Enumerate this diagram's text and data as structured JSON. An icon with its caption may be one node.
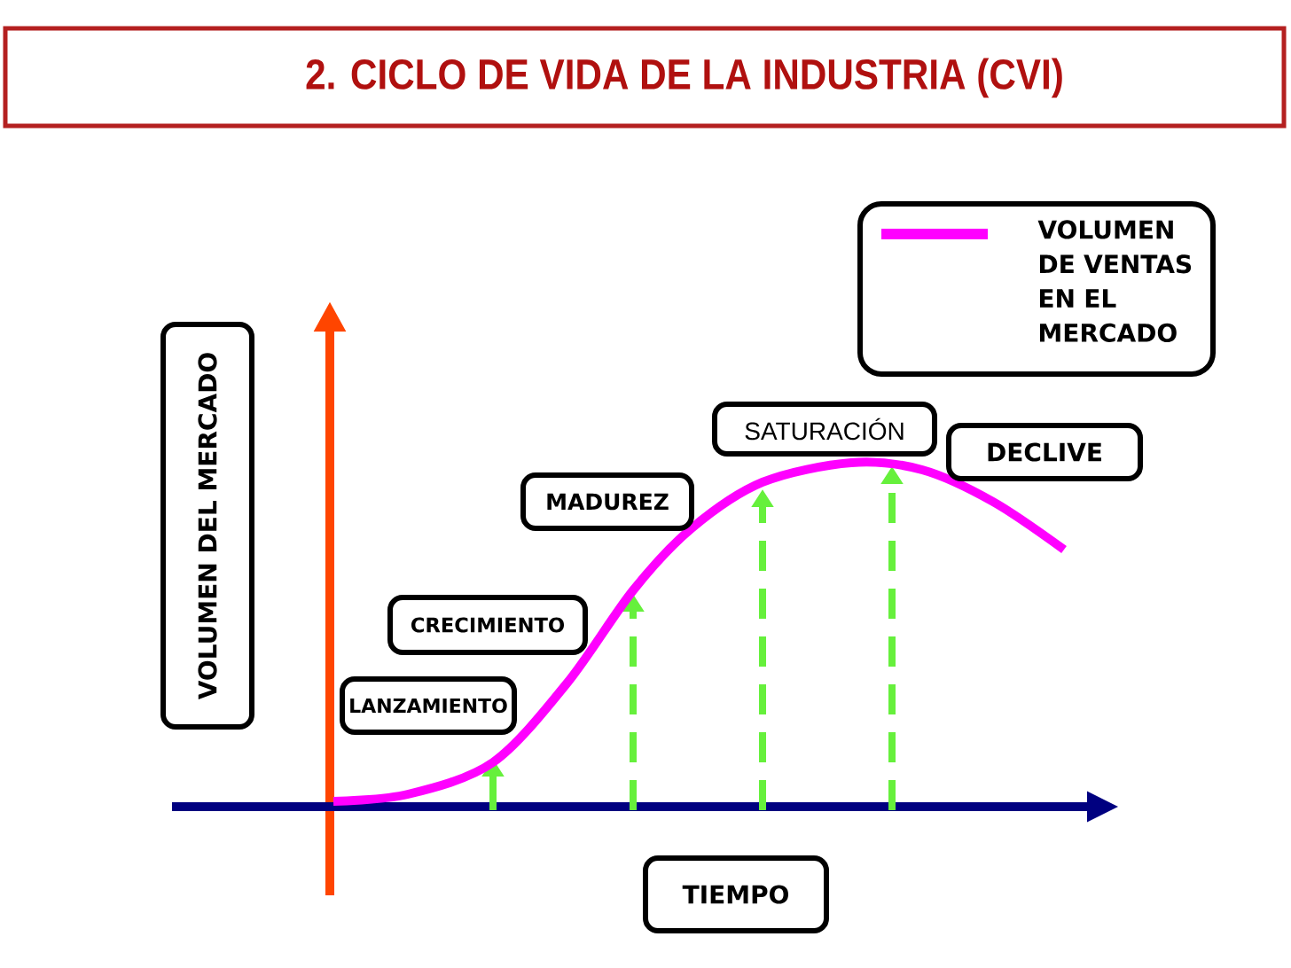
{
  "diagram": {
    "title": "2. CICLO DE VIDA DE LA INDUSTRIA (CVI)",
    "nodes": [
      {
        "text": [
          "VOLUMEN DEL MERCADO"
        ]
      },
      {
        "text": [
          "TIEMPO"
        ]
      },
      {
        "text": [
          "LANZAMIENTO"
        ]
      },
      {
        "text": [
          "CRECIMIENTO"
        ]
      },
      {
        "text": [
          "MADUREZ"
        ]
      },
      {
        "text": [
          "SATURACIÓN"
        ]
      },
      {
        "text": [
          "DECLIVE"
        ]
      }
    ],
    "legend": [
      {
        "text": "VOLUMEN DE VENTAS EN EL MERCADO"
      }
    ]
  }
}
